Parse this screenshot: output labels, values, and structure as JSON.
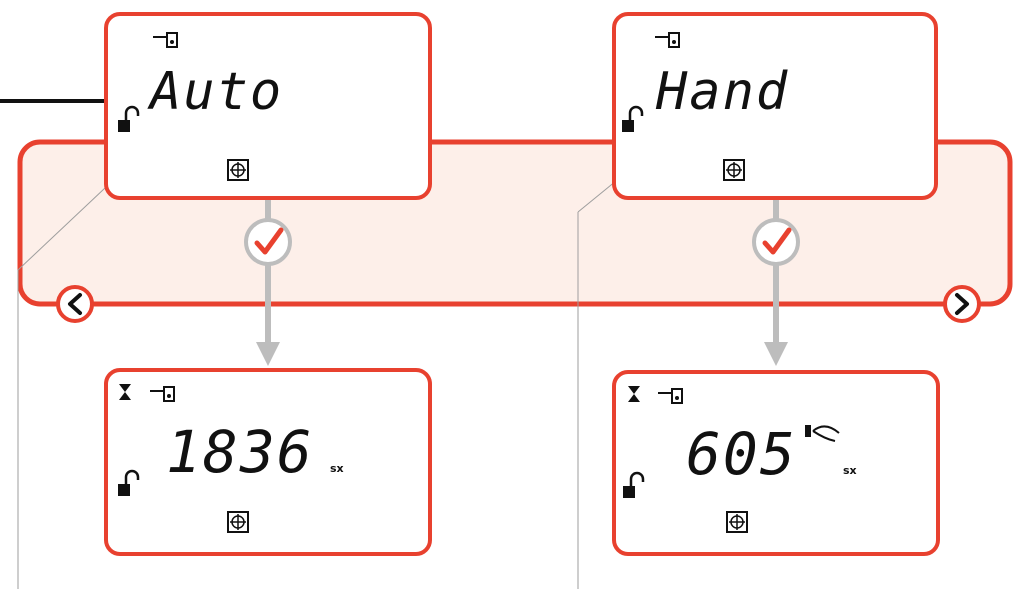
{
  "colors": {
    "accent": "#e8412f",
    "band_fill": "#fdefe9",
    "arrow_gray": "#bdbdbd",
    "text": "#111111"
  },
  "screens": [
    {
      "display": "Auto",
      "icons": [
        "lock-open-icon",
        "sensor-icon",
        "target-icon"
      ]
    },
    {
      "display": "Hand",
      "icons": [
        "lock-open-icon",
        "sensor-icon",
        "target-icon"
      ]
    },
    {
      "display": "1836",
      "unit": "sx",
      "icons": [
        "hourglass-icon",
        "sensor-icon",
        "lock-open-icon",
        "target-icon"
      ]
    },
    {
      "display": "605",
      "unit": "sx",
      "icons": [
        "hourglass-icon",
        "sensor-icon",
        "horn-icon",
        "lock-open-icon",
        "target-icon"
      ]
    }
  ],
  "navigation": {
    "left_icon": "chevron-left-icon",
    "right_icon": "chevron-right-icon",
    "confirm_icon": "checkmark-icon"
  }
}
